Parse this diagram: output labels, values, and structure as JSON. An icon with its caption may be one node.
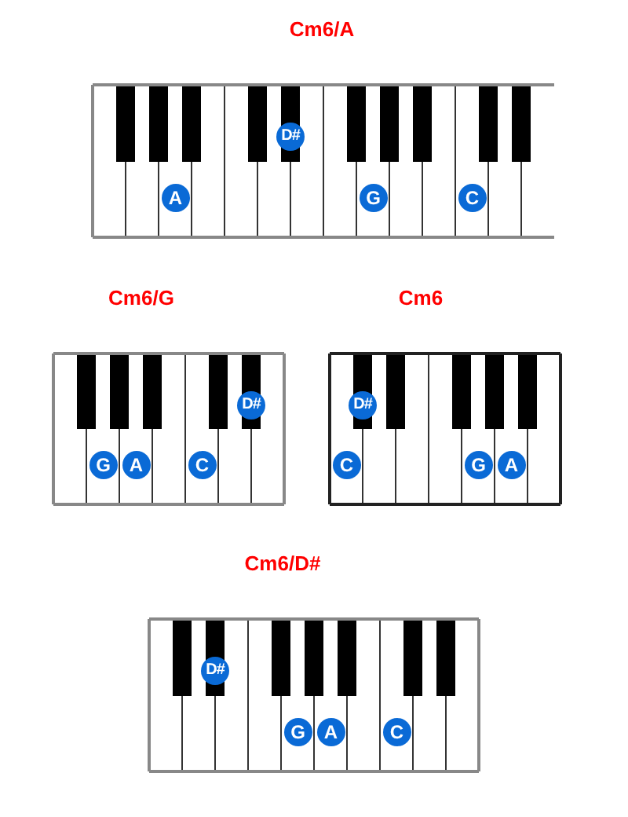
{
  "diagram": {
    "nodes": [
      {
        "text": [
          "Cm6/A"
        ]
      },
      {
        "text": [
          "A"
        ],
        "in": 0
      },
      {
        "text": [
          "D#"
        ],
        "in": 0
      },
      {
        "text": [
          "G"
        ],
        "in": 0
      },
      {
        "text": [
          "C"
        ],
        "in": 0
      },
      {
        "text": [
          "Cm6/G"
        ]
      },
      {
        "text": [
          "G"
        ],
        "in": 5
      },
      {
        "text": [
          "A"
        ],
        "in": 5
      },
      {
        "text": [
          "C"
        ],
        "in": 5
      },
      {
        "text": [
          "D#"
        ],
        "in": 5
      },
      {
        "text": [
          "Cm6"
        ]
      },
      {
        "text": [
          "C"
        ],
        "in": 10
      },
      {
        "text": [
          "D#"
        ],
        "in": 10
      },
      {
        "text": [
          "G"
        ],
        "in": 10
      },
      {
        "text": [
          "A"
        ],
        "in": 10
      },
      {
        "text": [
          "Cm6/D#"
        ]
      },
      {
        "text": [
          "D#"
        ],
        "in": 15
      },
      {
        "text": [
          "G"
        ],
        "in": 15
      },
      {
        "text": [
          "A"
        ],
        "in": 15
      },
      {
        "text": [
          "C"
        ],
        "in": 15
      }
    ]
  }
}
